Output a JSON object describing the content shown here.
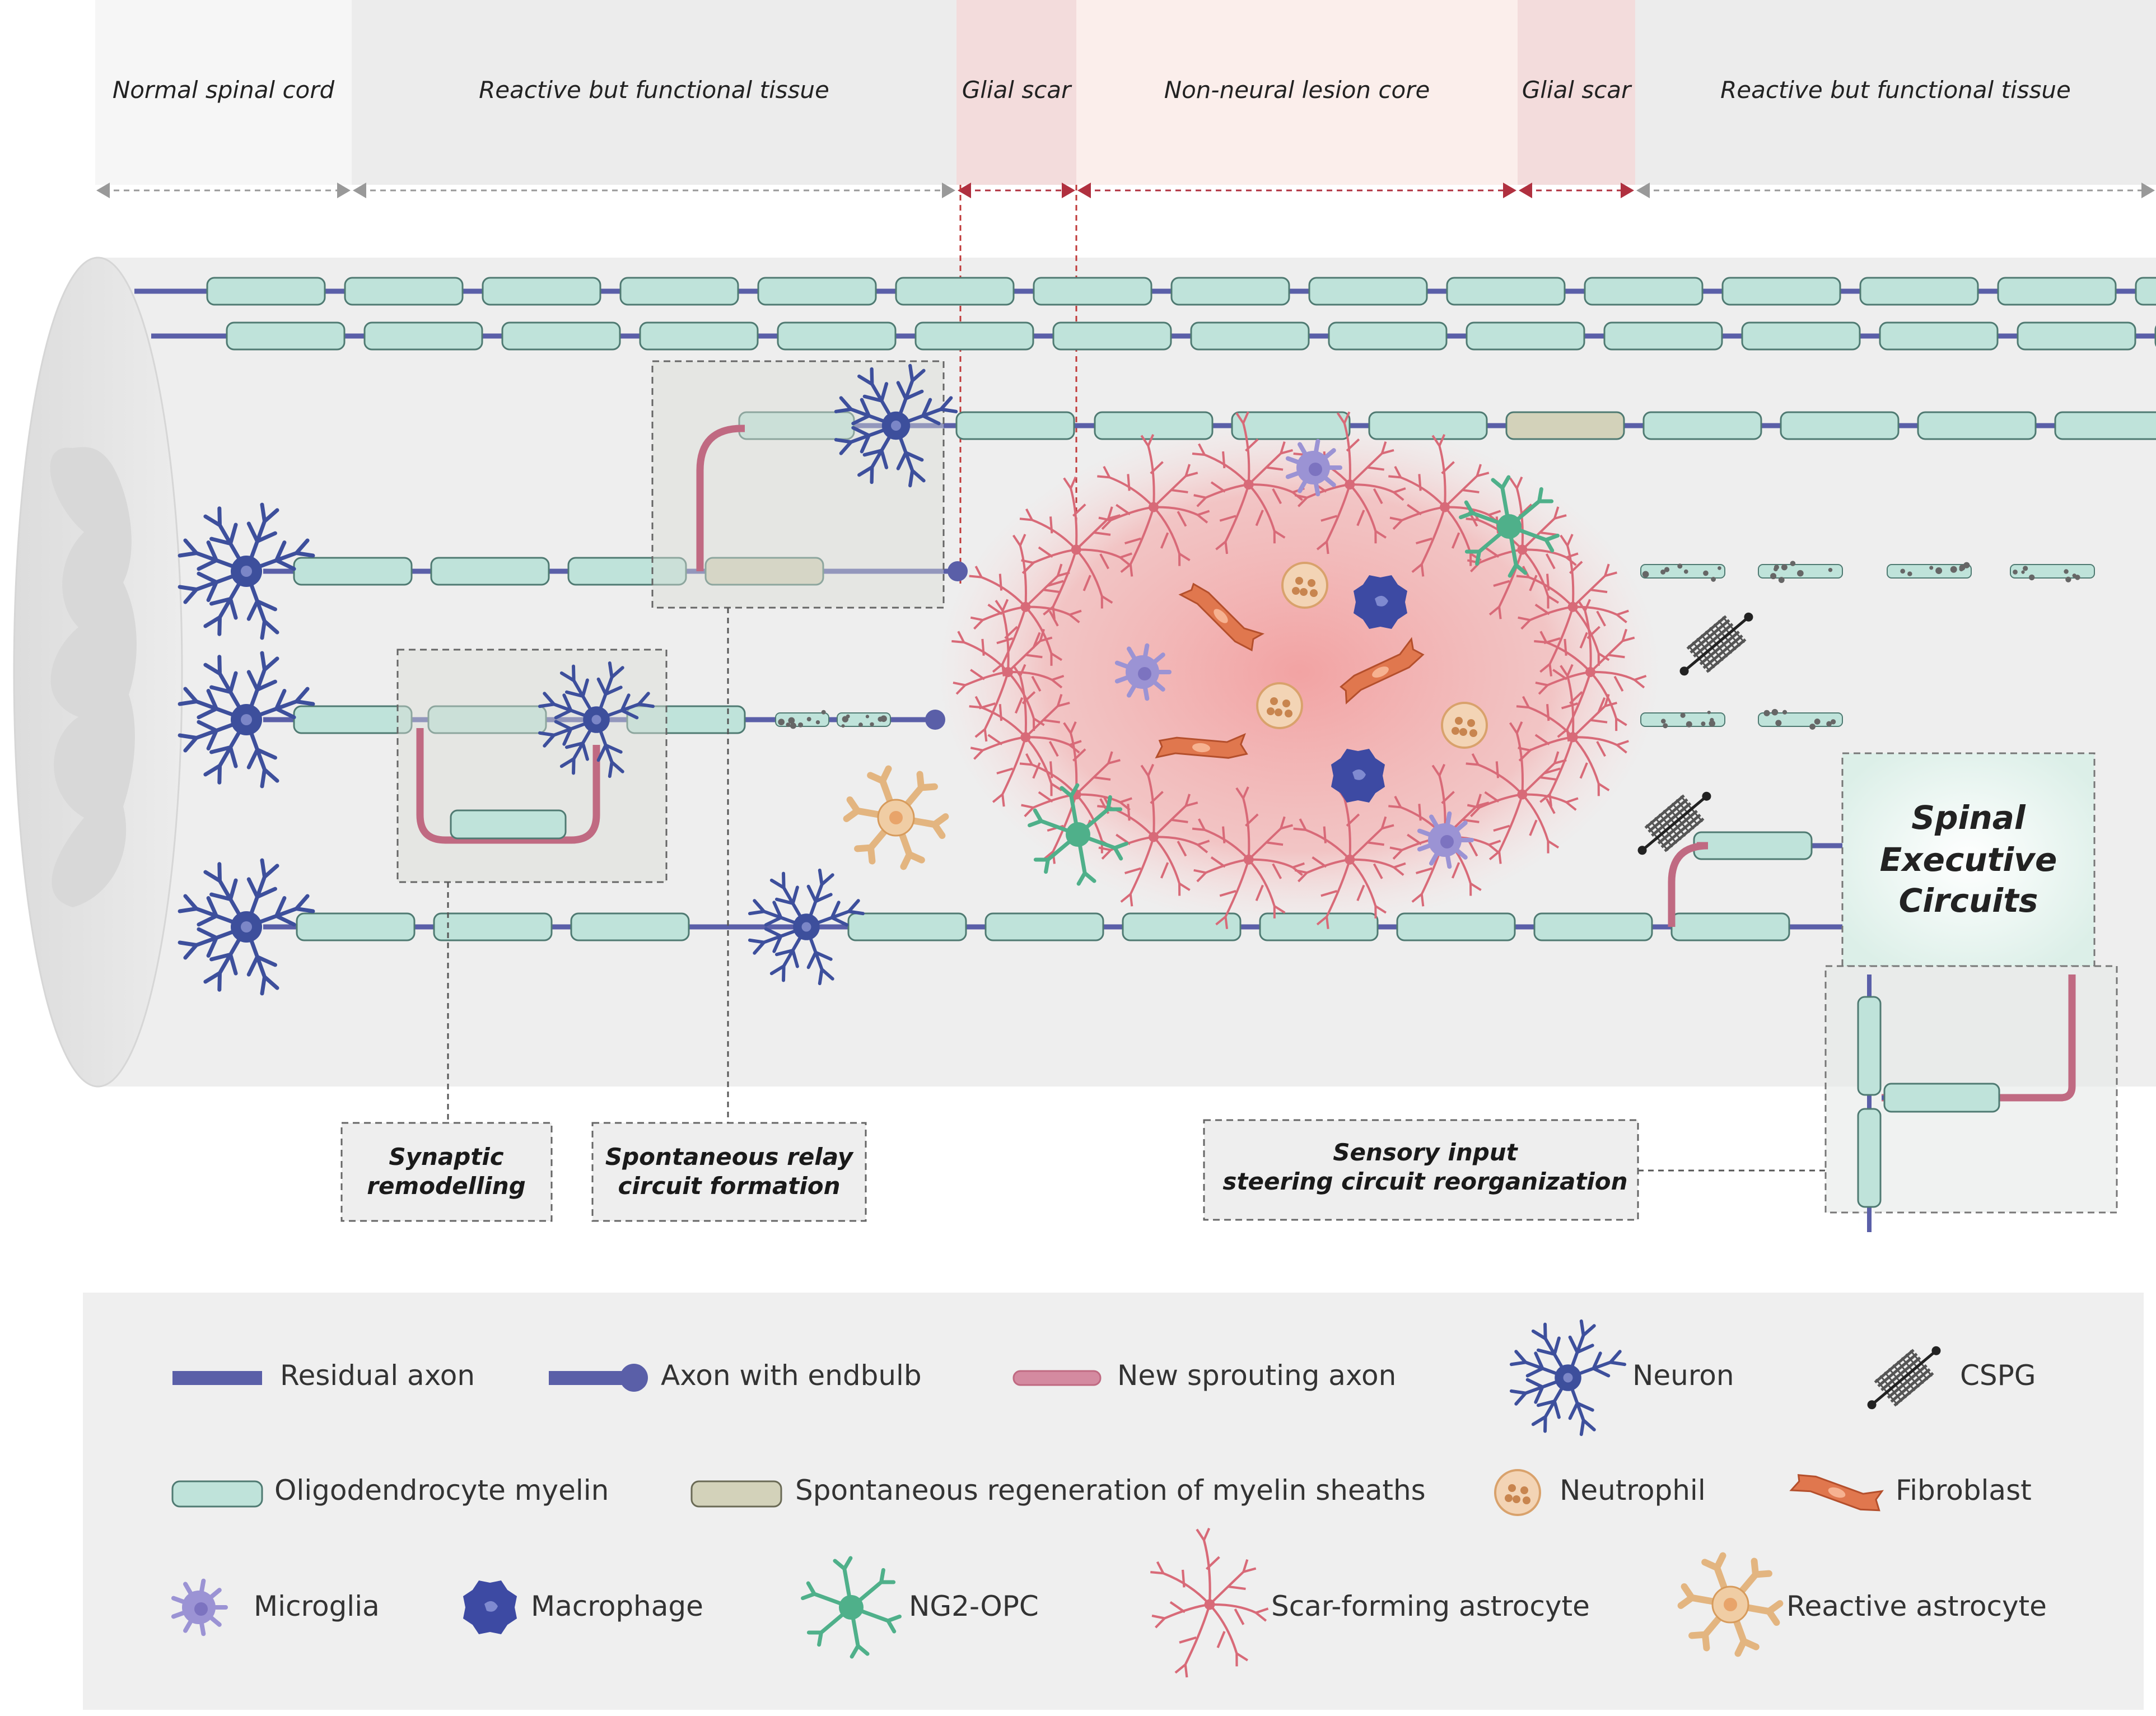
{
  "zones": [
    {
      "id": "normal",
      "label": "Normal spinal cord",
      "fill": "#f6f6f6"
    },
    {
      "id": "reactive_left",
      "label": "Reactive but functional tissue",
      "fill": "#ececec"
    },
    {
      "id": "scar_left",
      "label": "Glial scar",
      "fill": "#f3dcdc"
    },
    {
      "id": "core",
      "label": "Non-neural lesion core",
      "fill": "#fbeeeb"
    },
    {
      "id": "scar_right",
      "label": "Glial scar",
      "fill": "#f3dcdc"
    },
    {
      "id": "reactive_right",
      "label": "Reactive but functional tissue",
      "fill": "#ececec"
    }
  ],
  "callouts": {
    "synaptic": [
      "Synaptic",
      "remodelling"
    ],
    "relay": [
      "Spontaneous relay",
      "circuit formation"
    ],
    "sensory": [
      "Sensory input",
      "steering circuit reorganization"
    ],
    "executive": [
      "Spinal",
      "Executive",
      "Circuits"
    ]
  },
  "legend": [
    {
      "id": "residual_axon",
      "label": "Residual axon"
    },
    {
      "id": "axon_endbulb",
      "label": "Axon with endbulb"
    },
    {
      "id": "sprouting_axon",
      "label": "New sprouting axon"
    },
    {
      "id": "neuron",
      "label": "Neuron"
    },
    {
      "id": "cspg",
      "label": "CSPG"
    },
    {
      "id": "oligo_myelin",
      "label": "Oligodendrocyte myelin"
    },
    {
      "id": "regen_myelin",
      "label": "Spontaneous regeneration of myelin sheaths"
    },
    {
      "id": "neutrophil",
      "label": "Neutrophil"
    },
    {
      "id": "fibroblast",
      "label": "Fibroblast"
    },
    {
      "id": "microglia",
      "label": "Microglia"
    },
    {
      "id": "macrophage",
      "label": "Macrophage"
    },
    {
      "id": "ng2_opc",
      "label": "NG2-OPC"
    },
    {
      "id": "scar_astrocyte",
      "label": "Scar-forming astrocyte"
    },
    {
      "id": "reactive_astrocyte",
      "label": "Reactive astrocyte"
    }
  ],
  "colors": {
    "axon": "#5a5fa8",
    "sprout": "#c06a82",
    "myelin": "#bfe3da",
    "myelin_stroke": "#4f7a72",
    "regen_myelin": "#d3d2ba",
    "neuron": "#3d4f9c",
    "scar_astrocyte": "#d86a78",
    "reactive_astrocyte": "#e3b580",
    "ng2": "#4fb08a",
    "microglia": "#9b93d4",
    "macrophage": "#3d4aa3",
    "neutrophil": "#e6b88c",
    "fibroblast": "#e0774e",
    "cspg": "#555555",
    "lesion_glow": "#f08f8f"
  }
}
